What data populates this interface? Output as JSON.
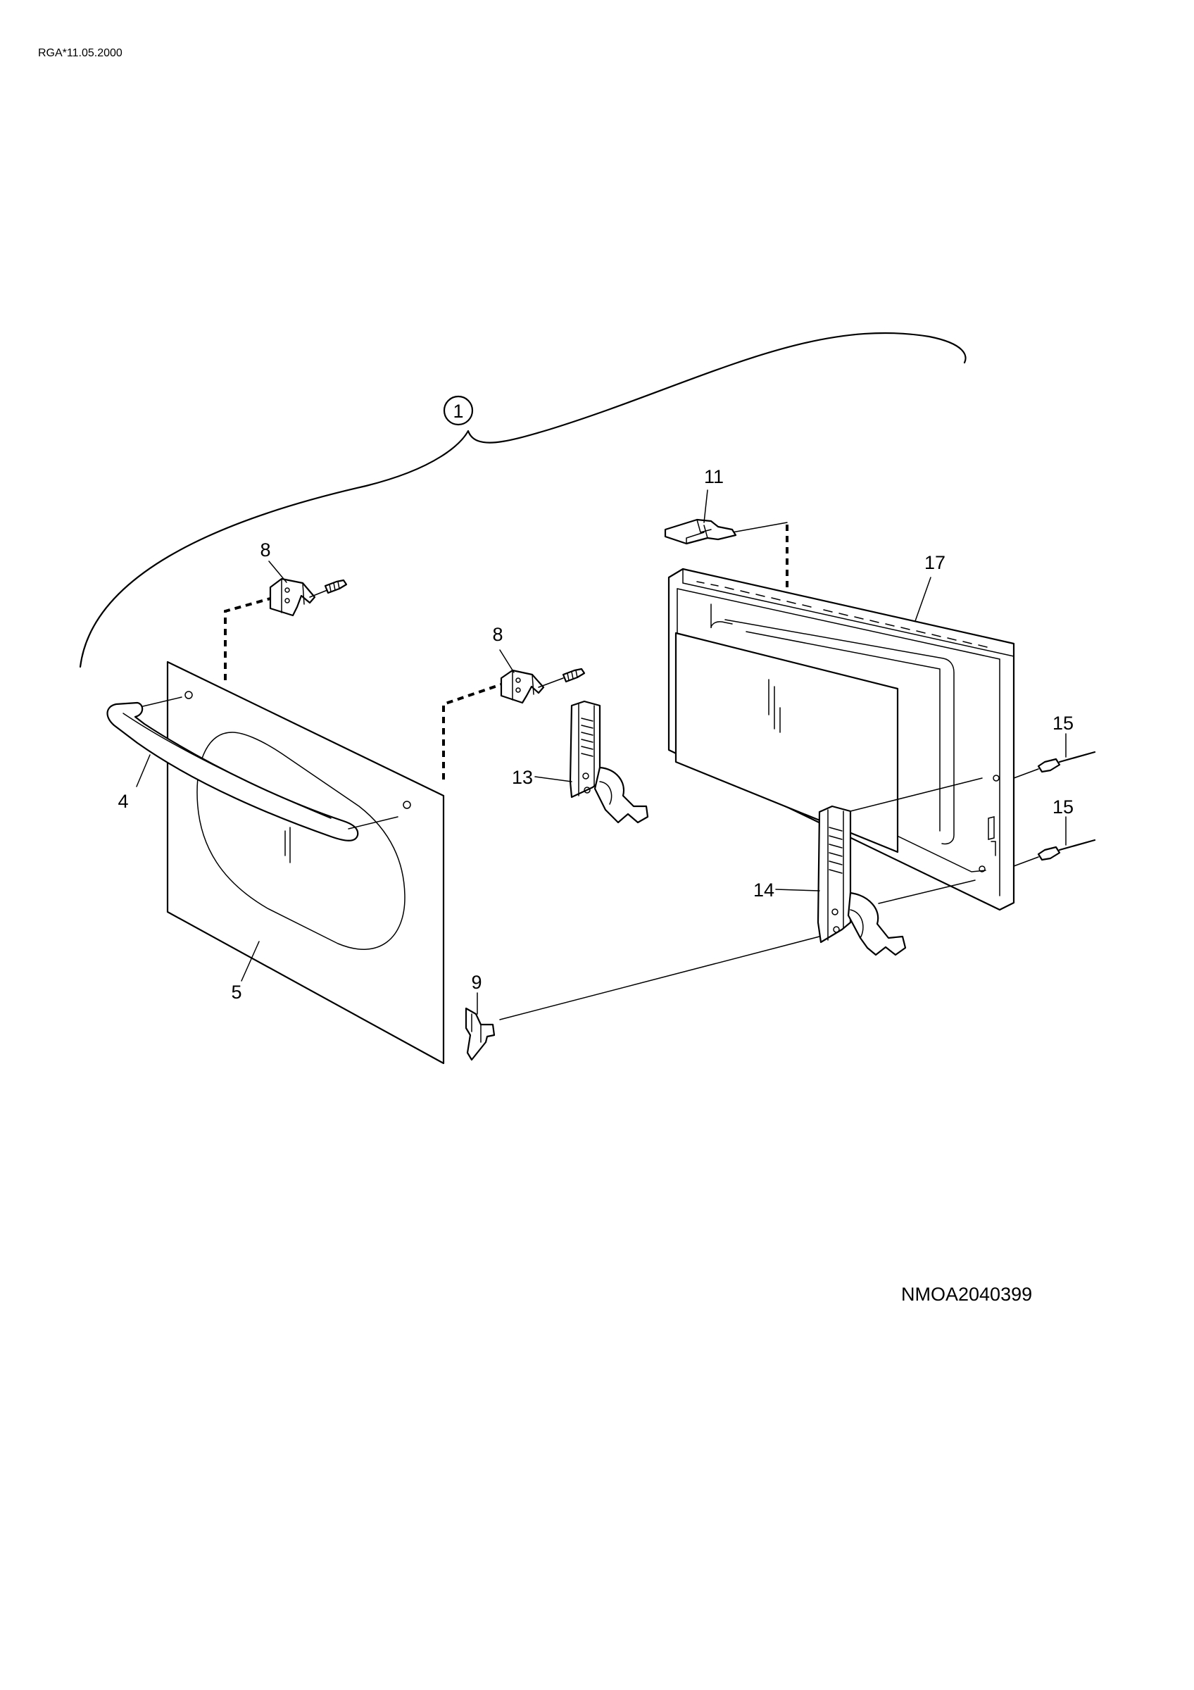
{
  "header": {
    "revision": "RGA*11.05.2000"
  },
  "group_marker": {
    "number": "1"
  },
  "callouts": {
    "c4": "4",
    "c5": "5",
    "c8a": "8",
    "c8b": "8",
    "c9": "9",
    "c11": "11",
    "c13": "13",
    "c14": "14",
    "c15a": "15",
    "c15b": "15",
    "c17": "17"
  },
  "footer": {
    "drawing_code": "NMOA2040399"
  }
}
